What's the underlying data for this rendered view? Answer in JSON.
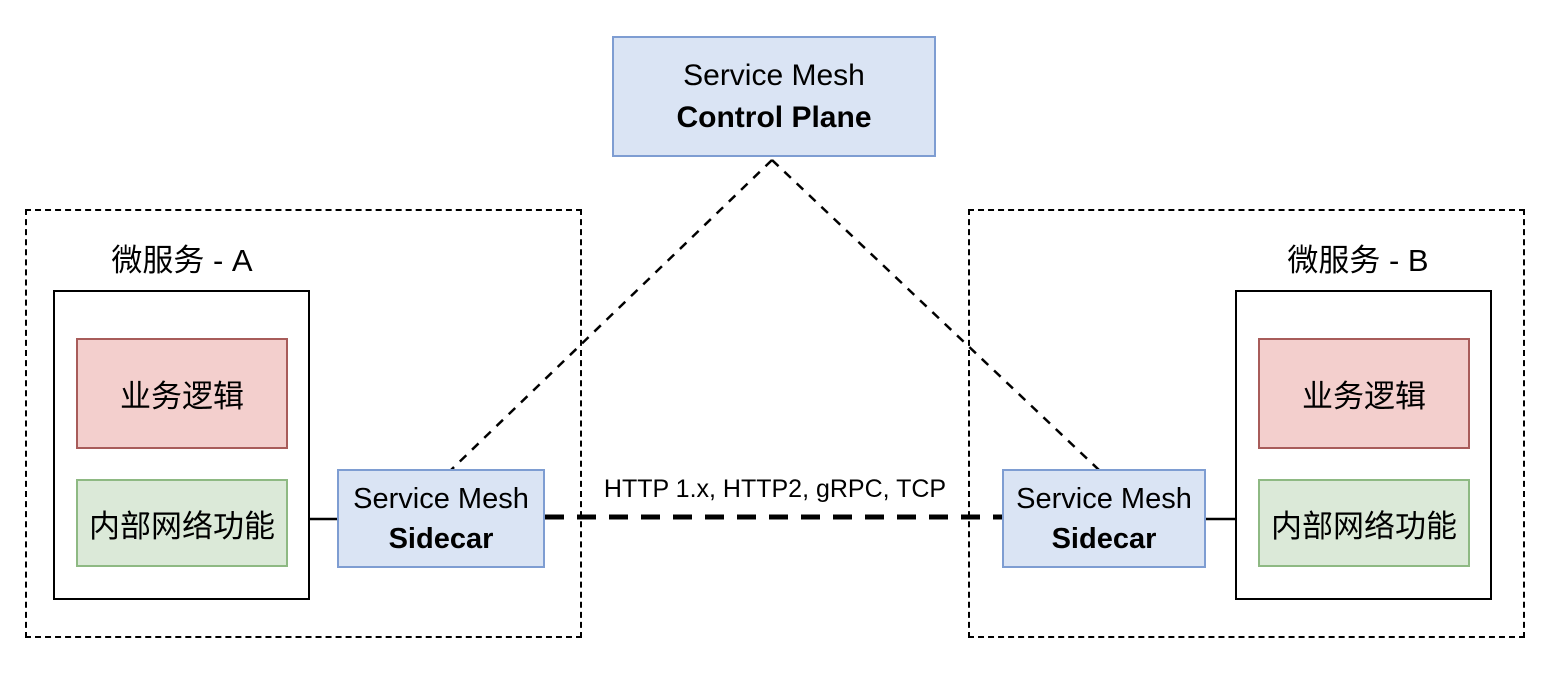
{
  "control_plane": {
    "title_line1": "Service Mesh",
    "title_line2": "Control Plane"
  },
  "connection_label": "HTTP 1.x, HTTP2, gRPC, TCP",
  "microservice_a": {
    "title": "微服务 - A",
    "business_logic_label": "业务逻辑",
    "internal_network_label": "内部网络功能",
    "sidecar_line1": "Service Mesh",
    "sidecar_line2": "Sidecar"
  },
  "microservice_b": {
    "title": "微服务 - B",
    "business_logic_label": "业务逻辑",
    "internal_network_label": "内部网络功能",
    "sidecar_line1": "Service Mesh",
    "sidecar_line2": "Sidecar"
  },
  "colors": {
    "node_blue_fill": "#dae4f4",
    "node_blue_stroke": "#7e9dd2",
    "business_red_fill": "#f3cfcd",
    "business_red_stroke": "#a85c5a",
    "network_green_fill": "#dbe9d8",
    "network_green_stroke": "#8eb983",
    "line_color": "#000000"
  }
}
